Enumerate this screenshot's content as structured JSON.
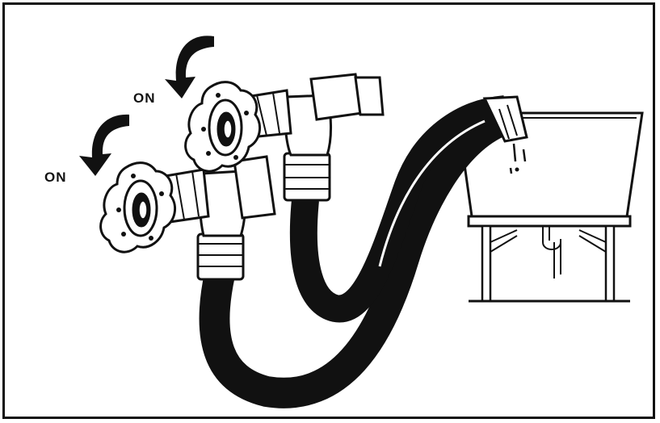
{
  "diagram": {
    "labels": {
      "upper_valve": "ON",
      "lower_valve": "ON"
    },
    "colors": {
      "ink": "#111111",
      "paper": "#ffffff"
    },
    "icons": [
      "curved-arrow-icon",
      "valve-handle-icon",
      "hose",
      "laundry-tub"
    ]
  }
}
